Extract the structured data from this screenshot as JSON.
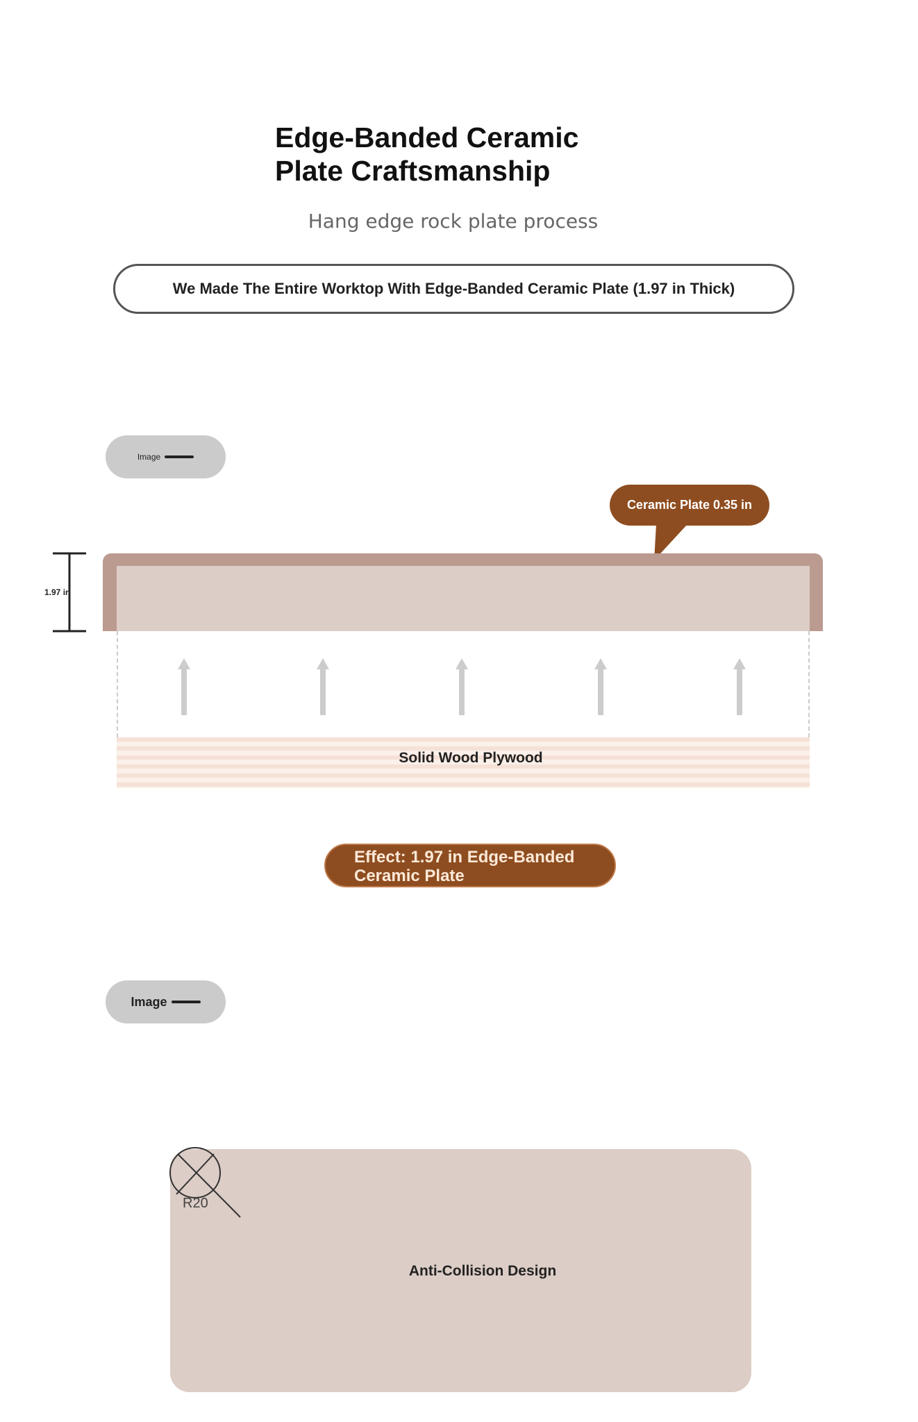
{
  "header": {
    "title_line1": "Edge-Banded Ceramic",
    "title_line2": "Plate Craftsmanship",
    "subtitle": "Hang edge rock plate process"
  },
  "banner": {
    "text": "We Made The Entire Worktop With Edge-Banded Ceramic Plate (1.97 in Thick)"
  },
  "image_pill_1": {
    "label": "Image"
  },
  "diagram": {
    "callout": "Ceramic Plate 0.35 in",
    "dimension": "1.97 in",
    "base_label": "Solid Wood Plywood",
    "colors": {
      "edge": "#bb9a90",
      "plate": "#dccdc6",
      "accent": "#8e4d20"
    }
  },
  "effect": {
    "text": "Effect: 1.97 in Edge-Banded Ceramic Plate"
  },
  "image_pill_2": {
    "label": "Image"
  },
  "corner": {
    "radius_label": "R20",
    "label": "Anti-Collision Design"
  }
}
